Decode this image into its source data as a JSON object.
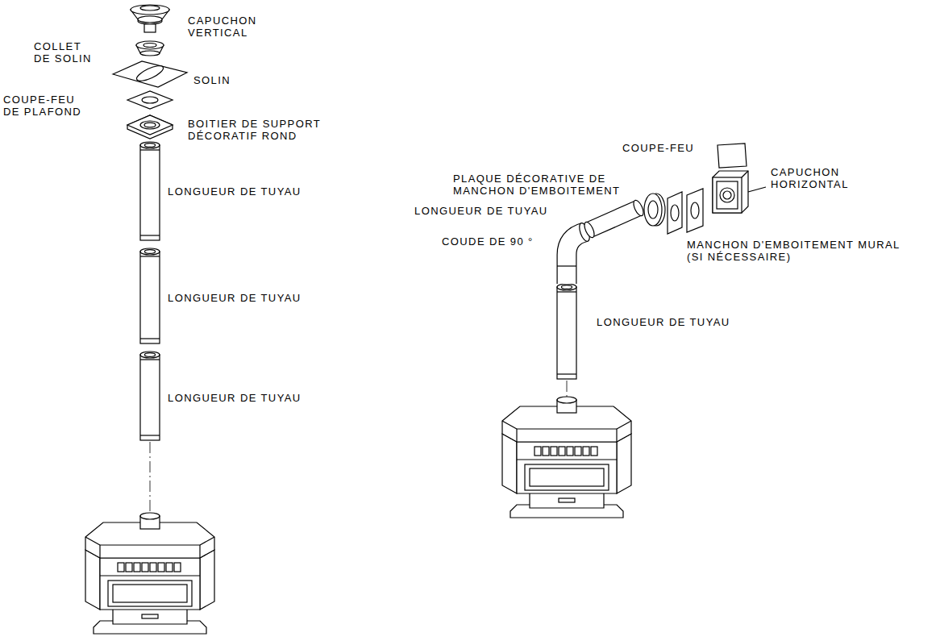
{
  "diagram": {
    "labels": [
      "CAPUCHON VERTICAL",
      "COLLET DE SOLIN",
      "SOLIN",
      "COUPE-FEU DE PLAFOND",
      "BOITIER DE SUPPORT DÉCORATIF ROND",
      "LONGUEUR DE TUYAU",
      "LONGUEUR DE TUYAU",
      "LONGUEUR DE TUYAU",
      "COUPE-FEU",
      "PLAQUE DÉCORATIVE DE MANCHON D'EMBOITEMENT",
      "CAPUCHON HORIZONTAL",
      "LONGUEUR DE TUYAU",
      "MANCHON D'EMBOITEMENT MURAL (SI NÉCESSAIRE)",
      "COUDE DE 90 °",
      "LONGUEUR DE TUYAU"
    ]
  }
}
